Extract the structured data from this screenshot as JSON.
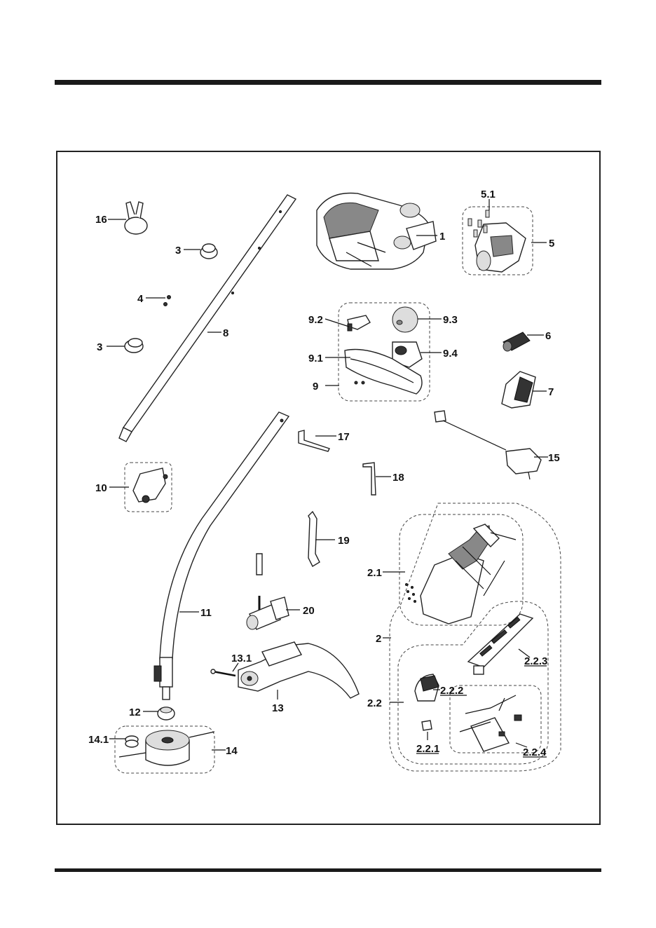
{
  "labels": {
    "p1": "1",
    "p2": "2",
    "p2_1": "2.1",
    "p2_2": "2.2",
    "p2_2_1": "2.2.1",
    "p2_2_2": "2.2.2",
    "p2_2_3": "2.2.3",
    "p2_2_4": "2.2.4",
    "p3a": "3",
    "p3b": "3",
    "p4": "4",
    "p5": "5",
    "p5_1": "5.1",
    "p6": "6",
    "p7": "7",
    "p8": "8",
    "p9": "9",
    "p9_1": "9.1",
    "p9_2": "9.2",
    "p9_3": "9.3",
    "p9_4": "9.4",
    "p10": "10",
    "p11": "11",
    "p12": "12",
    "p13": "13",
    "p13_1": "13.1",
    "p14": "14",
    "p14_1": "14.1",
    "p15": "15",
    "p16": "16",
    "p17": "17",
    "p18": "18",
    "p19": "19",
    "p20": "20"
  }
}
